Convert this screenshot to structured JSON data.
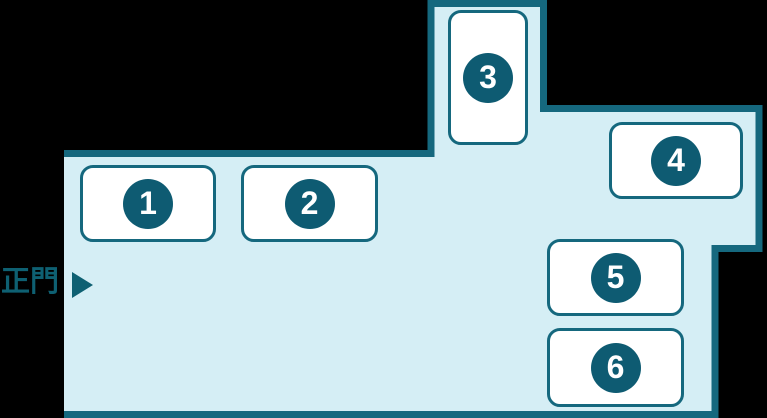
{
  "colors": {
    "background": "#000000",
    "map-fill": "#d5eef5",
    "map-stroke": "#15687e",
    "marker-fill": "#0e5b72",
    "marker-text": "#ffffff",
    "gate-text": "#0e6072"
  },
  "map": {
    "gate": {
      "label": "正門",
      "arrow_icon": "right-pointing-triangle"
    },
    "buildings": [
      {
        "number": "1"
      },
      {
        "number": "2"
      },
      {
        "number": "3"
      },
      {
        "number": "4"
      },
      {
        "number": "5"
      },
      {
        "number": "6"
      }
    ]
  }
}
